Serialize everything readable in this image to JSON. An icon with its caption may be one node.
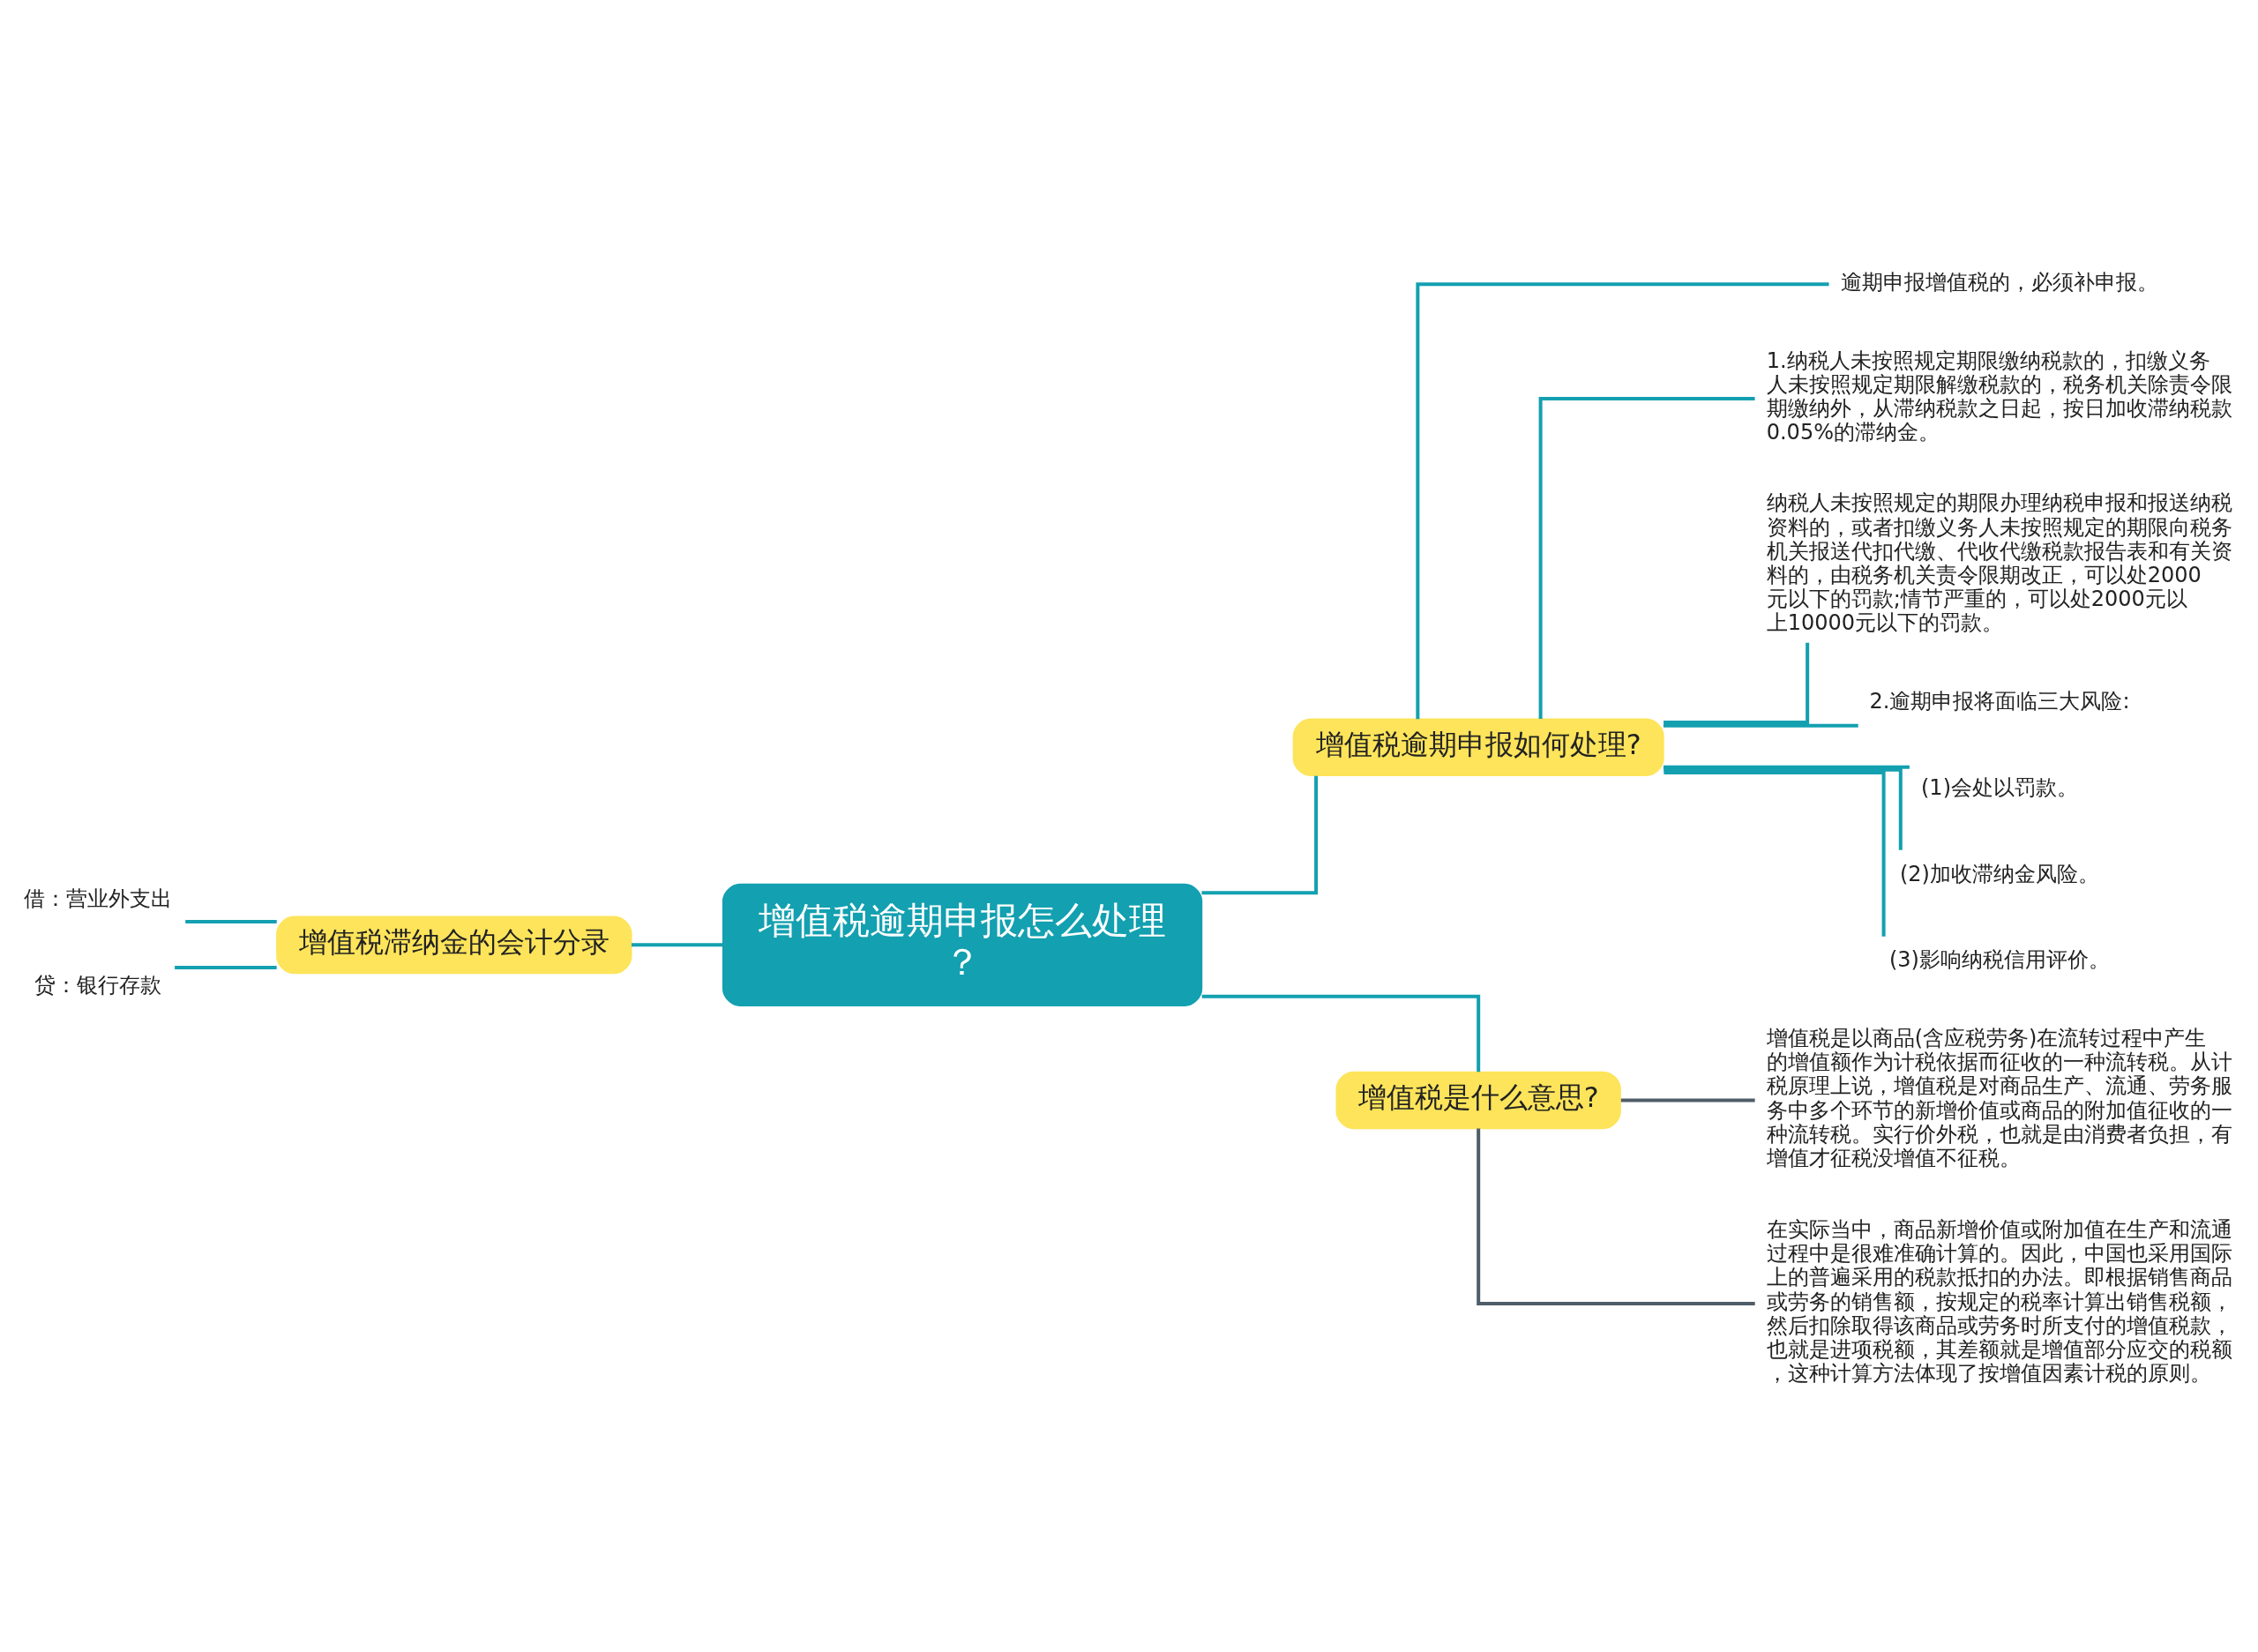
{
  "diagram": {
    "nodes": [
      {
        "text": [
          "增值税逾期申报怎么处理？"
        ]
      },
      {
        "text": [
          "增值税滞纳金的会计分录"
        ]
      },
      {
        "text": [
          "借：营业外支出"
        ]
      },
      {
        "text": [
          "贷：银行存款"
        ]
      },
      {
        "text": [
          "增值税逾期申报如何处理?"
        ]
      },
      {
        "text": [
          "逾期申报增值税的，必须补申报。"
        ]
      },
      {
        "text": [
          "1.纳税人未按照规定期限缴纳税款的，扣缴义务人未按照规定期限解缴税款的，税务机关除责令限期缴纳外，从滞纳税款之日起，按日加收滞纳税款0.05%的滞纳金。"
        ]
      },
      {
        "text": [
          "纳税人未按照规定的期限办理纳税申报和报送纳税资料的，或者扣缴义务人未按照规定的期限向税务机关报送代扣代缴、代收代缴税款报告表和有关资料的，由税务机关责令限期改正，可以处2000元以下的罚款;情节严重的，可以处2000元以上10000元以下的罚款。"
        ]
      },
      {
        "text": [
          "2.逾期申报将面临三大风险:"
        ]
      },
      {
        "text": [
          "(1)会处以罚款。"
        ]
      },
      {
        "text": [
          "(2)加收滞纳金风险。"
        ]
      },
      {
        "text": [
          "(3)影响纳税信用评价。"
        ]
      },
      {
        "text": [
          "增值税是什么意思?"
        ]
      },
      {
        "text": [
          "增值税是以商品(含应税劳务)在流转过程中产生的增值额作为计税依据而征收的一种流转税。从计税原理上说，增值税是对商品生产、流通、劳务服务中多个环节的新增价值或商品的附加值征收的一种流转税。实行价外税，也就是由消费者负担，有增值才征税没增值不征税。"
        ]
      },
      {
        "text": [
          "在实际当中，商品新增价值或附加值在生产和流通过程中是很难准确计算的。因此，中国也采用国际上的普遍采用的税款抵扣的办法。即根据销售商品或劳务的销售额，按规定的税率计算出销售税额，然后扣除取得该商品或劳务时所支付的增值税款，也就是进项税额，其差额就是增值部分应交的税额，这种计算方法体现了按增值因素计税的原则。"
        ]
      }
    ],
    "edges": [
      {
        "from": 0,
        "to": 1,
        "arrow": "none"
      },
      {
        "from": 1,
        "to": 2,
        "arrow": "none"
      },
      {
        "from": 1,
        "to": 3,
        "arrow": "none"
      },
      {
        "from": 0,
        "to": 4,
        "arrow": "none"
      },
      {
        "from": 4,
        "to": 5,
        "arrow": "none"
      },
      {
        "from": 4,
        "to": 6,
        "arrow": "none"
      },
      {
        "from": 4,
        "to": 7,
        "arrow": "none"
      },
      {
        "from": 4,
        "to": 8,
        "arrow": "none"
      },
      {
        "from": 4,
        "to": 9,
        "arrow": "none"
      },
      {
        "from": 4,
        "to": 10,
        "arrow": "none"
      },
      {
        "from": 4,
        "to": 11,
        "arrow": "none"
      },
      {
        "from": 0,
        "to": 12,
        "arrow": "none"
      },
      {
        "from": 12,
        "to": 13,
        "arrow": "none",
        "color": "#4f5d68"
      },
      {
        "from": 12,
        "to": 14,
        "arrow": "none",
        "color": "#4f5d68"
      }
    ]
  }
}
